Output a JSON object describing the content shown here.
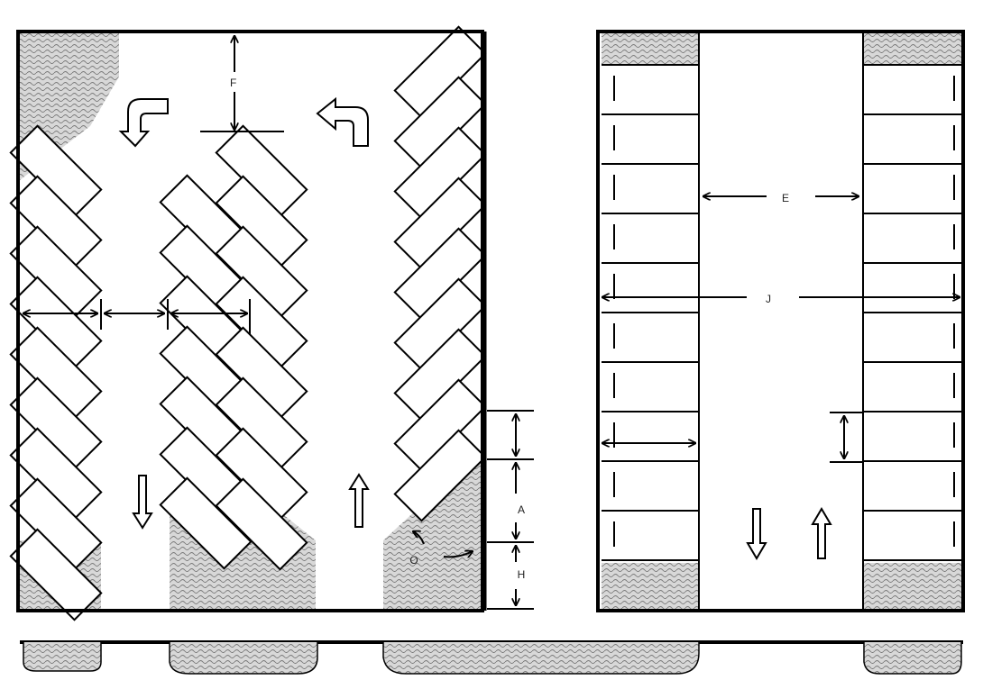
{
  "diagram": {
    "labels": {
      "f": "F",
      "e": "E",
      "j": "J",
      "a": "A",
      "h": "H",
      "o": "O"
    },
    "colors": {
      "line": "#000000",
      "island_fill": "#c8c8c8",
      "background": "#ffffff"
    },
    "icons": [
      "turn-arrow-icon",
      "traffic-direction-arrow-icon",
      "dimension-arrow-icon"
    ]
  }
}
